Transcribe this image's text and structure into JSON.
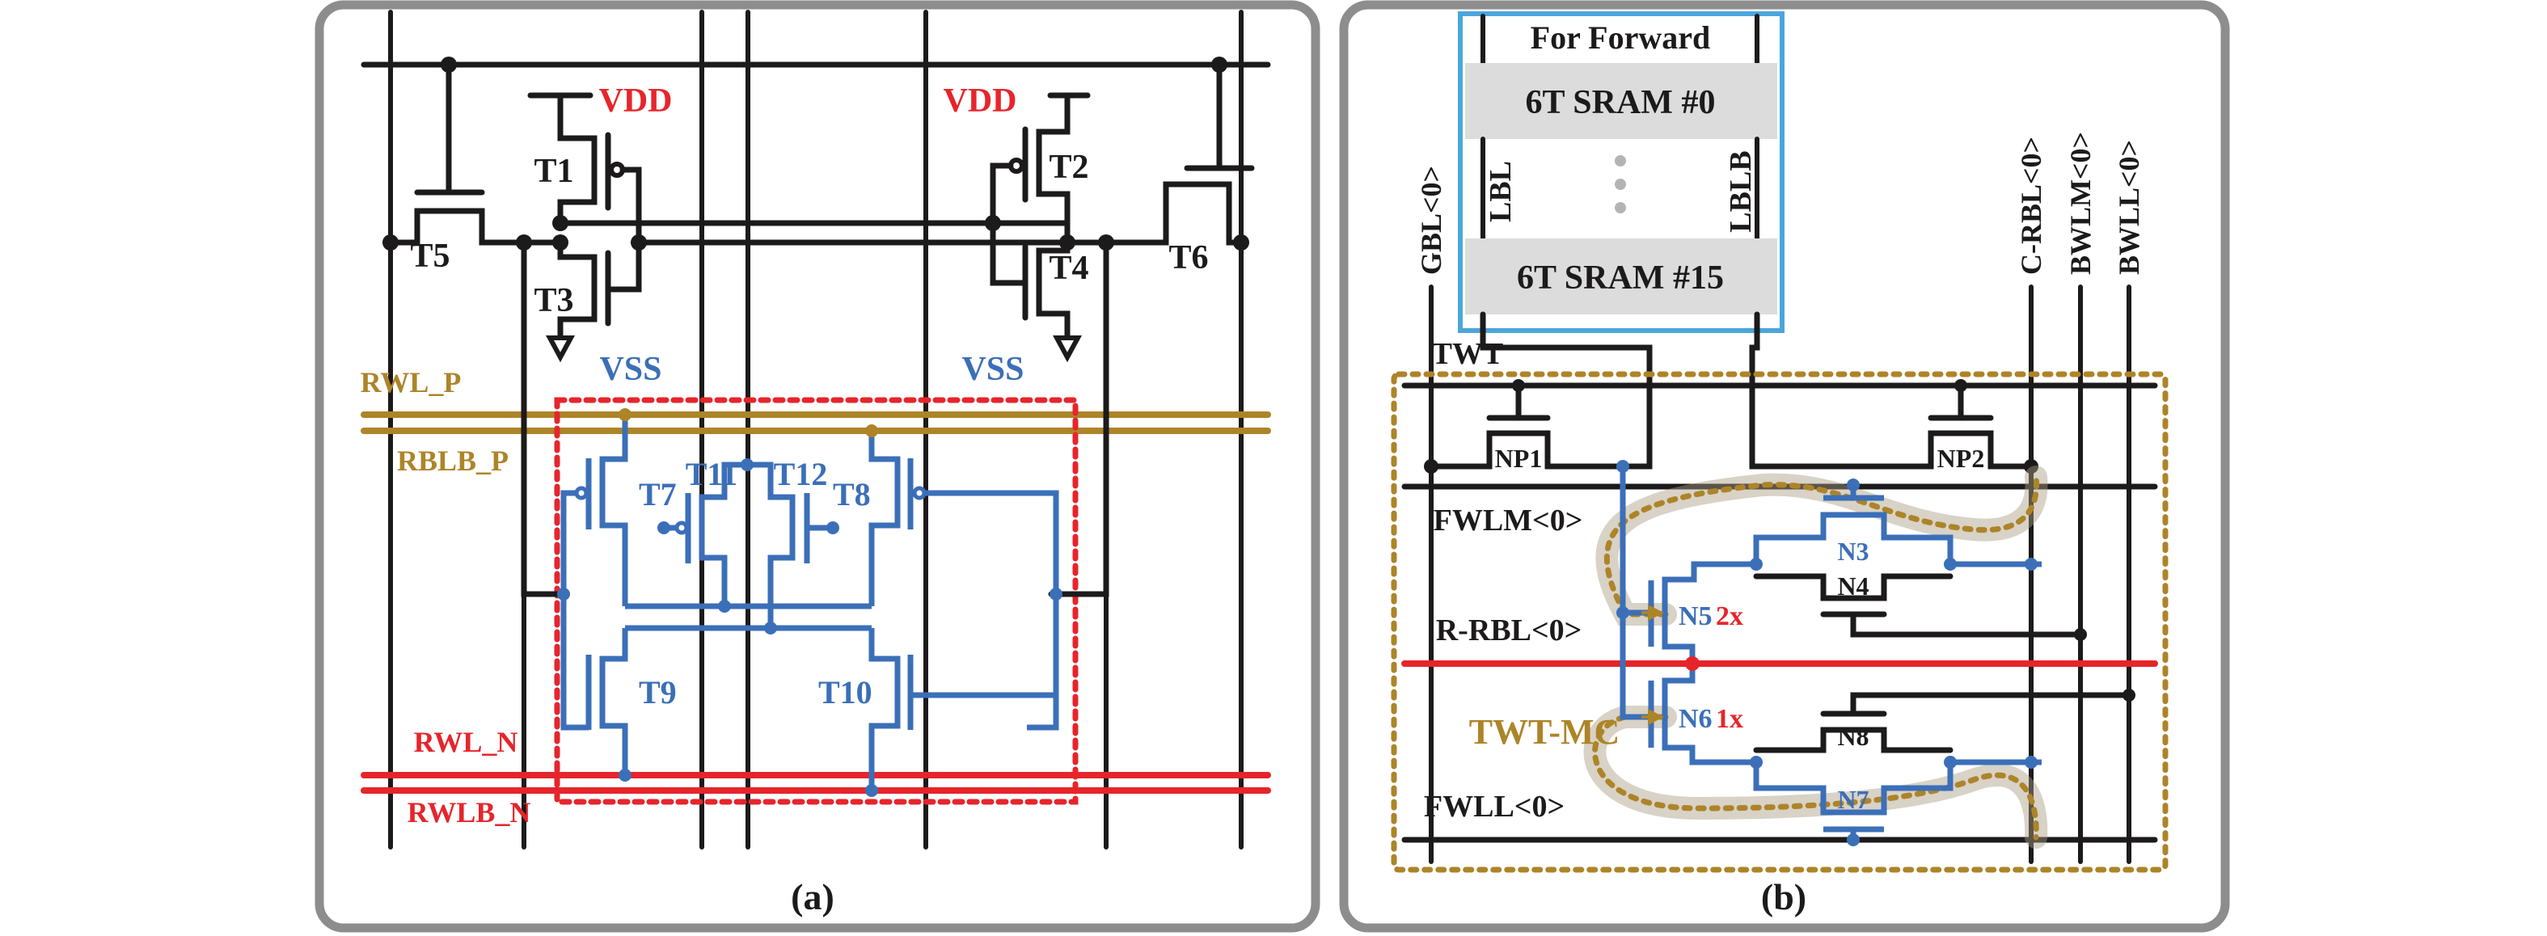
{
  "figure": {
    "panel_a": {
      "caption": "(a)",
      "supply_labels": {
        "vdd_left": "VDD",
        "vdd_right": "VDD",
        "vss_left": "VSS",
        "vss_right": "VSS"
      },
      "transistors": [
        "T1",
        "T2",
        "T3",
        "T4",
        "T5",
        "T6",
        "T7",
        "T8",
        "T9",
        "T10",
        "T11",
        "T12"
      ],
      "lines": {
        "rwl_p": "RWL_P",
        "rblb_p": "RBLB_P",
        "rwl_n": "RWL_N",
        "rwlb_n": "RWLB_N"
      }
    },
    "panel_b": {
      "caption": "(b)",
      "array_title": "For Forward",
      "sram_top": "6T SRAM  #0",
      "sram_bottom": "6T SRAM  #15",
      "local_bitlines": {
        "lbl": "LBL",
        "lblb": "LBLB"
      },
      "vertical_lines": {
        "gbl": "GBL<0>",
        "c_rbl": "C-RBL<0>",
        "bwlm": "BWLM<0>",
        "bwll": "BWLL<0>"
      },
      "horizontal_lines": {
        "twt": "TWT",
        "fwlm": "FWLM<0>",
        "r_rbl": "R-RBL<0>",
        "fwll": "FWLL<0>"
      },
      "transistors": [
        "NP1",
        "NP2",
        "N3",
        "N4",
        "N5",
        "N6",
        "N7",
        "N8"
      ],
      "sizing": {
        "n5": "2x",
        "n6": "1x"
      },
      "cell_label": "TWT-MC"
    },
    "colors": {
      "wire": "#1c1a1a",
      "supply_vdd": "#e6252b",
      "supply_vss": "#3b6fb8",
      "positive_lines": "#ad8428",
      "negative_lines": "#e6252b",
      "compute_devices": "#3b6fb8",
      "array_box": "#4ba6dc",
      "panel_border": "#8e8d8e",
      "sram_fill": "#dcdcdc"
    }
  }
}
